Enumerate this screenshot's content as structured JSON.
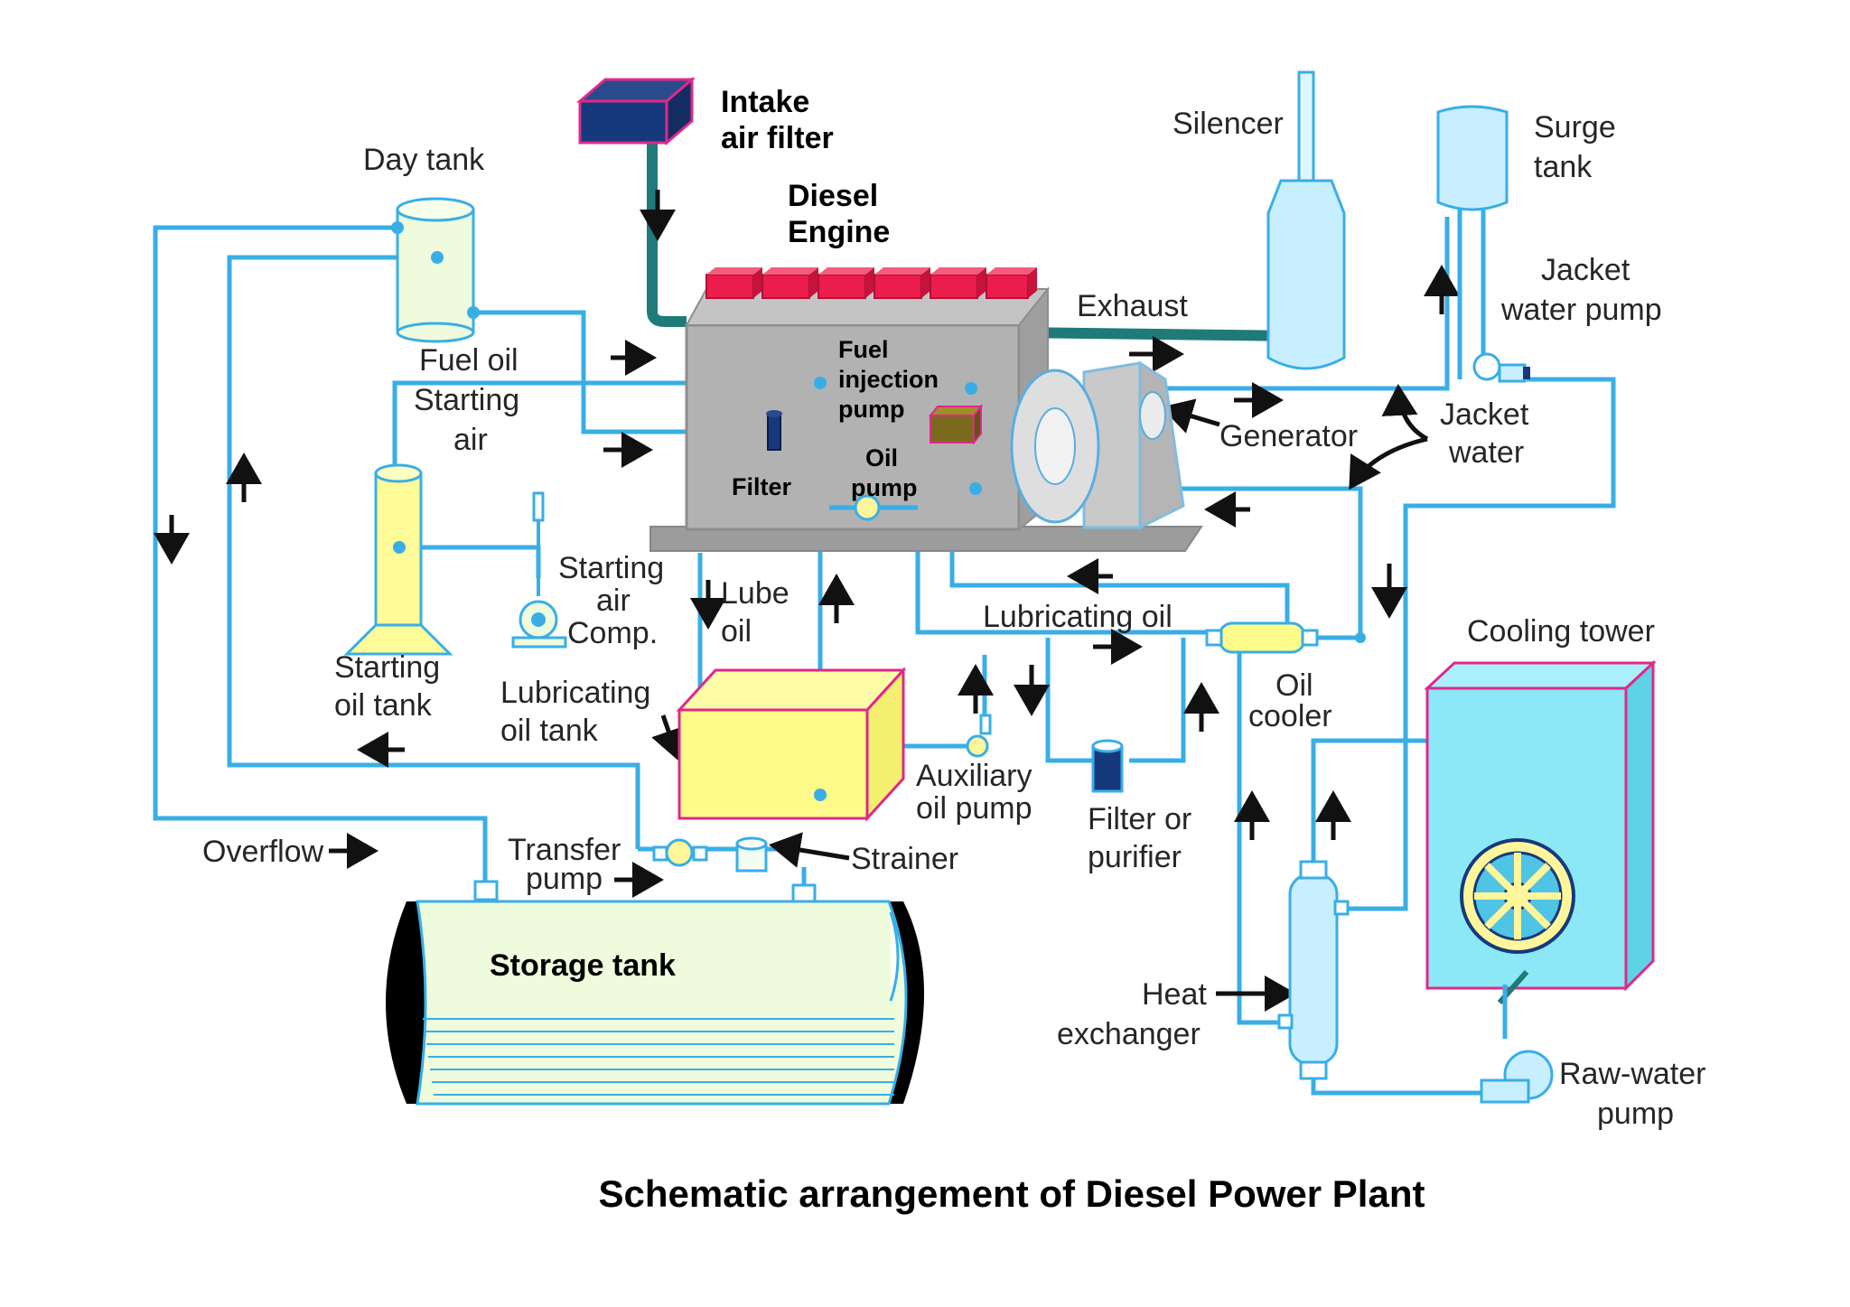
{
  "caption": "Schematic arrangement of Diesel Power Plant",
  "labels": {
    "intake_air_filter_1": "Intake",
    "intake_air_filter_2": "air filter",
    "diesel_engine_1": "Diesel",
    "diesel_engine_2": "Engine",
    "silencer": "Silencer",
    "surge_tank_1": "Surge",
    "surge_tank_2": "tank",
    "day_tank": "Day tank",
    "exhaust": "Exhaust",
    "jacket_water_pump_1": "Jacket",
    "jacket_water_pump_2": "water pump",
    "fuel_oil": "Fuel oil",
    "starting_air_1": "Starting",
    "starting_air_2": "air",
    "fuel_injection_pump_1": "Fuel",
    "fuel_injection_pump_2": "injection",
    "fuel_injection_pump_3": "pump",
    "generator": "Generator",
    "jacket_water_1": "Jacket",
    "jacket_water_2": "water",
    "oil_pump_1": "Oil",
    "oil_pump_2": "pump",
    "filter": "Filter",
    "starting_air_comp_1": "Starting",
    "starting_air_comp_2": "air",
    "starting_air_comp_3": "Comp.",
    "lube_oil_1": "Lube",
    "lube_oil_2": "oil",
    "lubricating_oil": "Lubricating oil",
    "cooling_tower": "Cooling tower",
    "starting_oil_tank_1": "Starting",
    "starting_oil_tank_2": "oil tank",
    "lubricating_oil_tank_1": "Lubricating",
    "lubricating_oil_tank_2": "oil tank",
    "oil_cooler_1": "Oil",
    "oil_cooler_2": "cooler",
    "auxiliary_oil_pump_1": "Auxiliary",
    "auxiliary_oil_pump_2": "oil pump",
    "filter_or_purifier_1": "Filter or",
    "filter_or_purifier_2": "purifier",
    "overflow": "Overflow",
    "transfer_pump_1": "Transfer",
    "transfer_pump_2": "pump",
    "strainer": "Strainer",
    "storage_tank": "Storage tank",
    "heat_exchanger_1": "Heat",
    "heat_exchanger_2": "exchanger",
    "raw_water_pump_1": "Raw-water",
    "raw_water_pump_2": "pump"
  }
}
